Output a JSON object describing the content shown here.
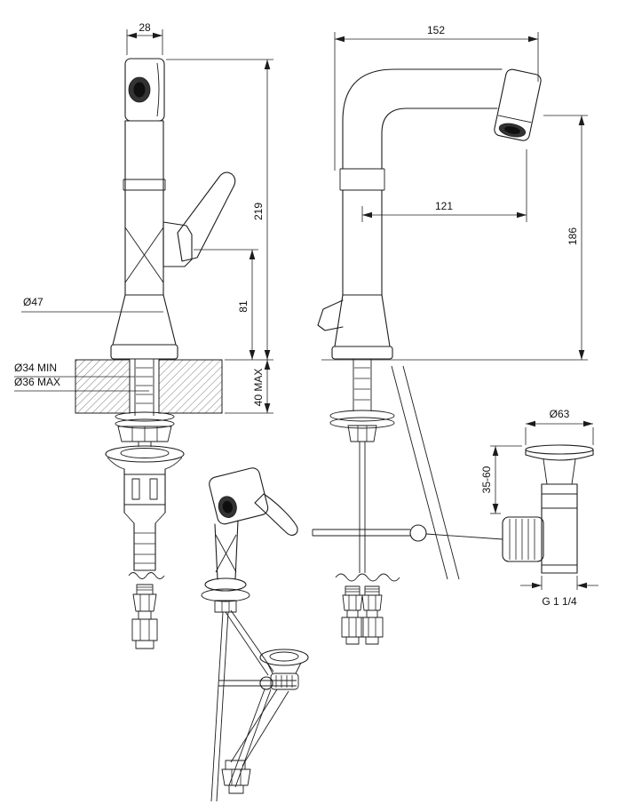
{
  "drawing": {
    "background": "#ffffff",
    "line_color": "#1c1c1c",
    "front_view": {
      "spout_width": "28",
      "height_to_deck": "219",
      "body_section_height": "81",
      "base_diameter": "Ø47",
      "hole_diameter_min": "Ø34 MIN",
      "hole_diameter_max": "Ø36 MAX",
      "counter_thickness": "40 MAX"
    },
    "side_view": {
      "total_depth": "152",
      "spout_projection": "121",
      "spout_height": "186"
    },
    "waste_detail": {
      "flange_diameter": "Ø63",
      "height_adjustment": "35-60",
      "thread_size": "G 1 1/4"
    }
  }
}
